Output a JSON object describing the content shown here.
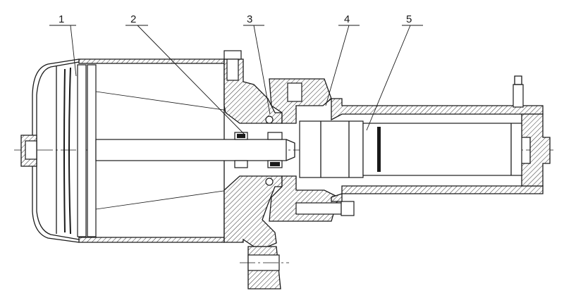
{
  "callouts": [
    "1",
    "2",
    "3",
    "4",
    "5"
  ]
}
